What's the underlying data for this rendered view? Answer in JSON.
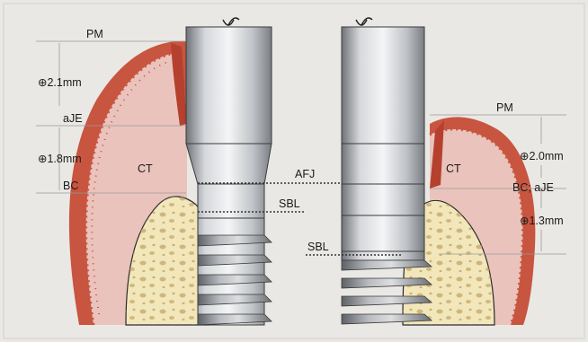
{
  "left": {
    "labels": {
      "pm": "PM",
      "d1": "⊕2.1mm",
      "aje": "aJE",
      "d2": "⊕1.8mm",
      "ct": "CT",
      "bc": "BC"
    }
  },
  "center": {
    "afj": "AFJ",
    "sbl_left": "SBL",
    "sbl_right": "SBL"
  },
  "right": {
    "labels": {
      "pm": "PM",
      "d1": "⊕2.0mm",
      "ct": "CT",
      "bc_aje": "BC; aJE",
      "d2": "⊕1.3mm"
    }
  },
  "colors": {
    "background": "#eae8e4",
    "gingiva_outer": "#c8553f",
    "soft_tissue": "#eac3bd",
    "bone_fill": "#f2e6bb",
    "bone_pores": "#c3a562",
    "implant_body": "#c9ccd0"
  }
}
